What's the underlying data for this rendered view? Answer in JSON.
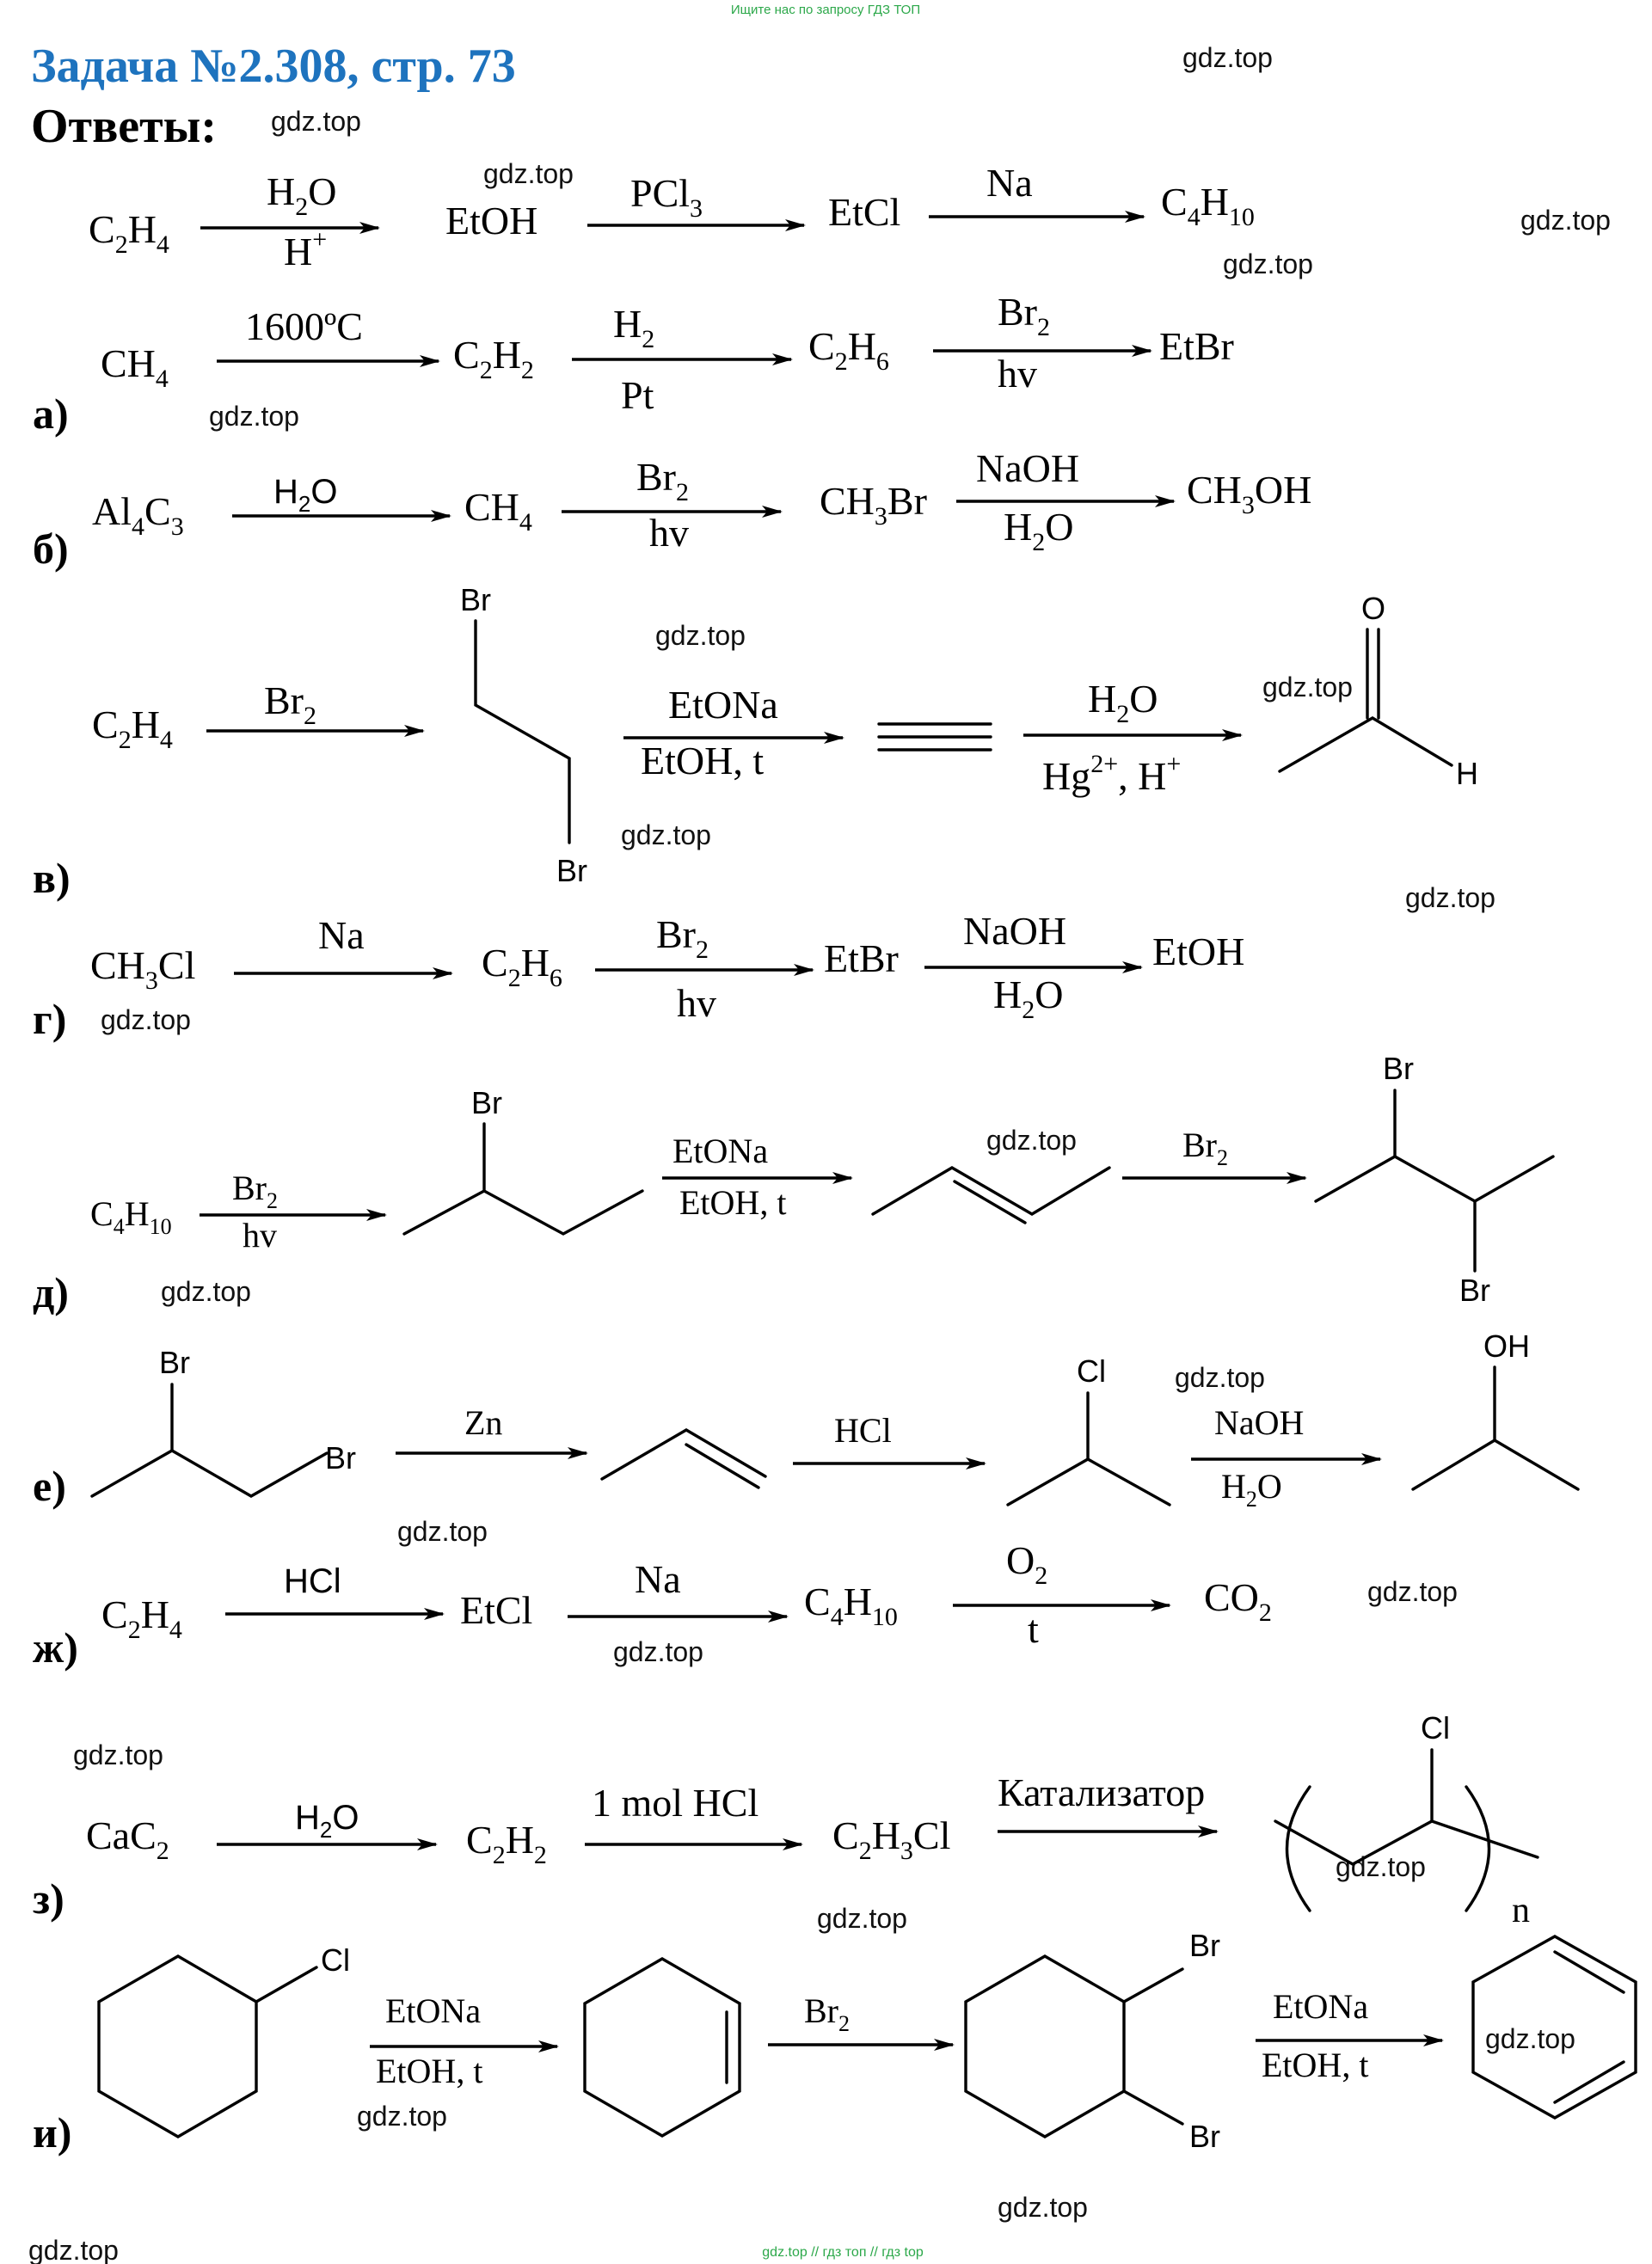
{
  "header": {
    "top_banner": "Ищите нас по запросу ГДЗ ТОП",
    "title": "Задача №2.308, стр. 73",
    "answers_label": "Ответы:",
    "bottom_banner": "gdz.top // гдз топ // гдз top",
    "watermark": "gdz.top"
  },
  "colors": {
    "title": "#1e73be",
    "banner": "#2ca84a",
    "text": "#000000"
  },
  "chain0": {
    "s1": "C",
    "s1a": "2",
    "s1b": "H",
    "s1c": "4",
    "r1t": "H",
    "r1ta": "2",
    "r1tb": "O",
    "r1b": "H",
    "r1bs": "+",
    "s2": "EtOH",
    "r2t": "PCl",
    "r2ta": "3",
    "s3": "EtCl",
    "r3t": "Na",
    "s4": "C",
    "s4a": "4",
    "s4b": "H",
    "s4c": "10"
  },
  "chain_a": {
    "label": "а)",
    "s1": "CH",
    "s1a": "4",
    "r1t": "1600ºC",
    "s2": "C",
    "s2a": "2",
    "s2b": "H",
    "s2c": "2",
    "r2t": "H",
    "r2ta": "2",
    "r2b": "Pt",
    "s3": "C",
    "s3a": "2",
    "s3b": "H",
    "s3c": "6",
    "r3t": "Br",
    "r3ta": "2",
    "r3b": "hv",
    "s4": "EtBr"
  },
  "chain_b": {
    "label": "б)",
    "s1": "Al",
    "s1a": "4",
    "s1b": "C",
    "s1c": "3",
    "r1t": "H",
    "r1ta": "2",
    "r1tb": "O",
    "s2": "CH",
    "s2a": "4",
    "r2t": "Br",
    "r2ta": "2",
    "r2b": "hv",
    "s3": "CH",
    "s3a": "3",
    "s3b": "Br",
    "r3t": "NaOH",
    "r3b": "H",
    "r3ba": "2",
    "r3bb": "O",
    "s4": "CH",
    "s4a": "3",
    "s4b": "OH"
  },
  "chain_v": {
    "label": "в)",
    "s1": "C",
    "s1a": "2",
    "s1b": "H",
    "s1c": "4",
    "r1t": "Br",
    "r1ta": "2",
    "atom_br1": "Br",
    "atom_br2": "Br",
    "r2t": "EtONa",
    "r2b": "EtOH, t",
    "r3t": "H",
    "r3ta": "2",
    "r3tb": "O",
    "r3b": "Hg",
    "r3bs": "2+",
    "r3bc": ", H",
    "r3bs2": "+",
    "atom_o": "O",
    "atom_h": "H"
  },
  "chain_g": {
    "label": "г)",
    "s1": "CH",
    "s1a": "3",
    "s1b": "Cl",
    "r1t": "Na",
    "s2": "C",
    "s2a": "2",
    "s2b": "H",
    "s2c": "6",
    "r2t": "Br",
    "r2ta": "2",
    "r2b": "hv",
    "s3": "EtBr",
    "r3t": "NaOH",
    "r3b": "H",
    "r3ba": "2",
    "r3bb": "O",
    "s4": "EtOH"
  },
  "chain_d": {
    "label": "д)",
    "s1": "C",
    "s1a": "4",
    "s1b": "H",
    "s1c": "10",
    "r1t": "Br",
    "r1ta": "2",
    "r1b": "hv",
    "atom_br1": "Br",
    "r2t": "EtONa",
    "r2b": "EtOH, t",
    "r3t": "Br",
    "r3ta": "2",
    "atom_br2": "Br",
    "atom_br3": "Br"
  },
  "chain_e": {
    "label": "е)",
    "atom_br1": "Br",
    "atom_br2": "Br",
    "r1t": "Zn",
    "r2t": "HCl",
    "atom_cl": "Cl",
    "r3t": "NaOH",
    "r3b": "H",
    "r3ba": "2",
    "r3bb": "O",
    "atom_oh": "OH"
  },
  "chain_zh": {
    "label": "ж)",
    "s1": "C",
    "s1a": "2",
    "s1b": "H",
    "s1c": "4",
    "r1t": "HCl",
    "s2": "EtCl",
    "r2t": "Na",
    "s3": "C",
    "s3a": "4",
    "s3b": "H",
    "s3c": "10",
    "r3t": "O",
    "r3ta": "2",
    "r3b": "t",
    "s4": "CO",
    "s4a": "2"
  },
  "chain_z": {
    "label": "з)",
    "s1": "CaC",
    "s1a": "2",
    "r1t": "H",
    "r1ta": "2",
    "r1tb": "O",
    "s2": "C",
    "s2a": "2",
    "s2b": "H",
    "s2c": "2",
    "r2t": "1 mol HCl",
    "s3": "C",
    "s3a": "2",
    "s3b": "H",
    "s3c": "3",
    "s3d": "Cl",
    "r3t": "Катализатор",
    "atom_cl": "Cl",
    "poly_n": "n"
  },
  "chain_i": {
    "label": "и)",
    "atom_cl": "Cl",
    "r1t": "EtONa",
    "r1b": "EtOH, t",
    "r2t": "Br",
    "r2ta": "2",
    "atom_br1": "Br",
    "atom_br2": "Br",
    "r3t": "EtONa",
    "r3b": "EtOH, t"
  }
}
